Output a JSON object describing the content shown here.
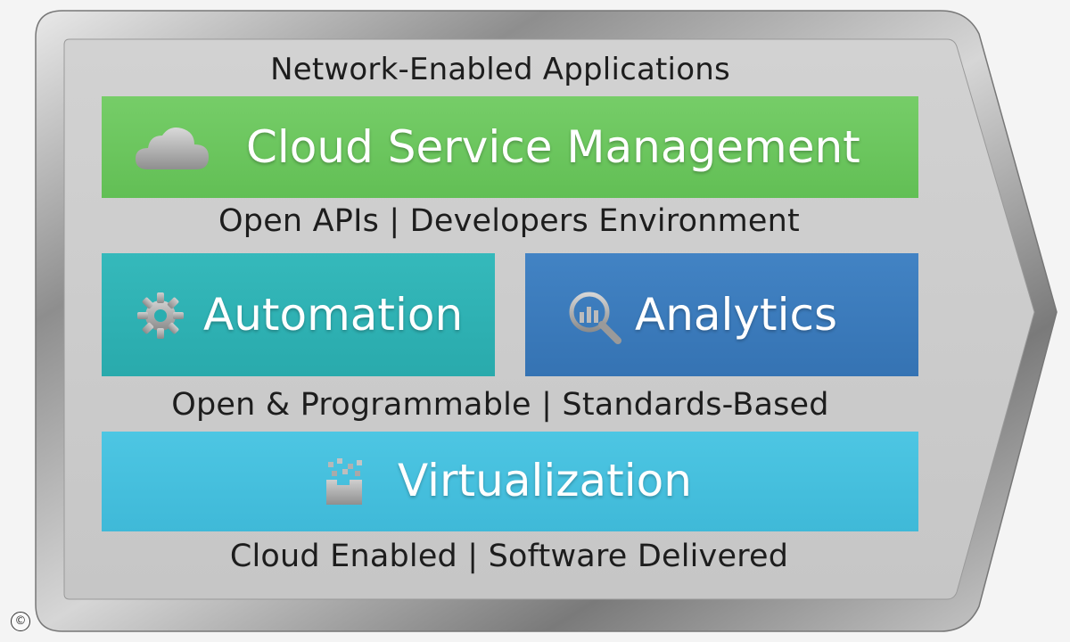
{
  "top_label": "Network-Enabled Applications",
  "cloud_block": {
    "title": "Cloud Service Management",
    "icon": "cloud-icon",
    "color": "#6cc65e"
  },
  "label_2": "Open APIs | Developers Environment",
  "automation_block": {
    "title": "Automation",
    "icon": "gear-icon",
    "color": "#2fb3b5"
  },
  "analytics_block": {
    "title": "Analytics",
    "icon": "magnifier-chart-icon",
    "color": "#3a7cbf"
  },
  "label_3": "Open & Programmable | Standards-Based",
  "virtualization_block": {
    "title": "Virtualization",
    "icon": "dissolving-box-icon",
    "color": "#45c0de"
  },
  "bottom_label": "Cloud Enabled | Software Delivered",
  "copyright_symbol": "©"
}
